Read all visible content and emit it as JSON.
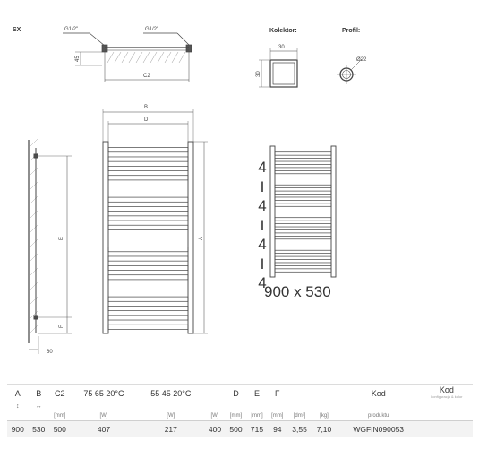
{
  "model": "SX",
  "labels": {
    "connector_left": "G1/2\"",
    "connector_right": "G1/2\"",
    "dim_45": "45",
    "dim_c2": "C2",
    "kolektor": "Kolektor:",
    "profil": "Profil:",
    "dim_30_top": "30",
    "dim_30_side": "30",
    "dim_phi22": "Ø22",
    "dim_b": "B",
    "dim_d": "D",
    "dim_a": "A",
    "dim_e": "E",
    "dim_f": "F",
    "dim_60": "60"
  },
  "tube_groups": [
    "4",
    "I",
    "4",
    "I",
    "4",
    "I",
    "4"
  ],
  "size_label": "900 x 530",
  "table": {
    "headers": [
      "A",
      "B",
      "C2",
      "75 65 20°C",
      "55 45 20°C",
      "",
      "D",
      "E",
      "F",
      "",
      "",
      "Kod",
      ""
    ],
    "symbols": [
      "↕",
      "↔",
      "",
      "",
      "",
      "",
      "",
      "",
      "",
      "",
      "",
      "",
      ""
    ],
    "units": [
      "",
      "",
      "[mm]",
      "[W]",
      "[W]",
      "[W]",
      "[mm]",
      "[mm]",
      "[mm]",
      "[dm³]",
      "[kg]",
      "produktu",
      ""
    ],
    "row": [
      "900",
      "530",
      "500",
      "407",
      "217",
      "400",
      "500",
      "715",
      "94",
      "3,55",
      "7,10",
      "WGFIN090053",
      ""
    ],
    "logo_text": "Kod",
    "logo_sub": "konfiguracja & kolor"
  }
}
